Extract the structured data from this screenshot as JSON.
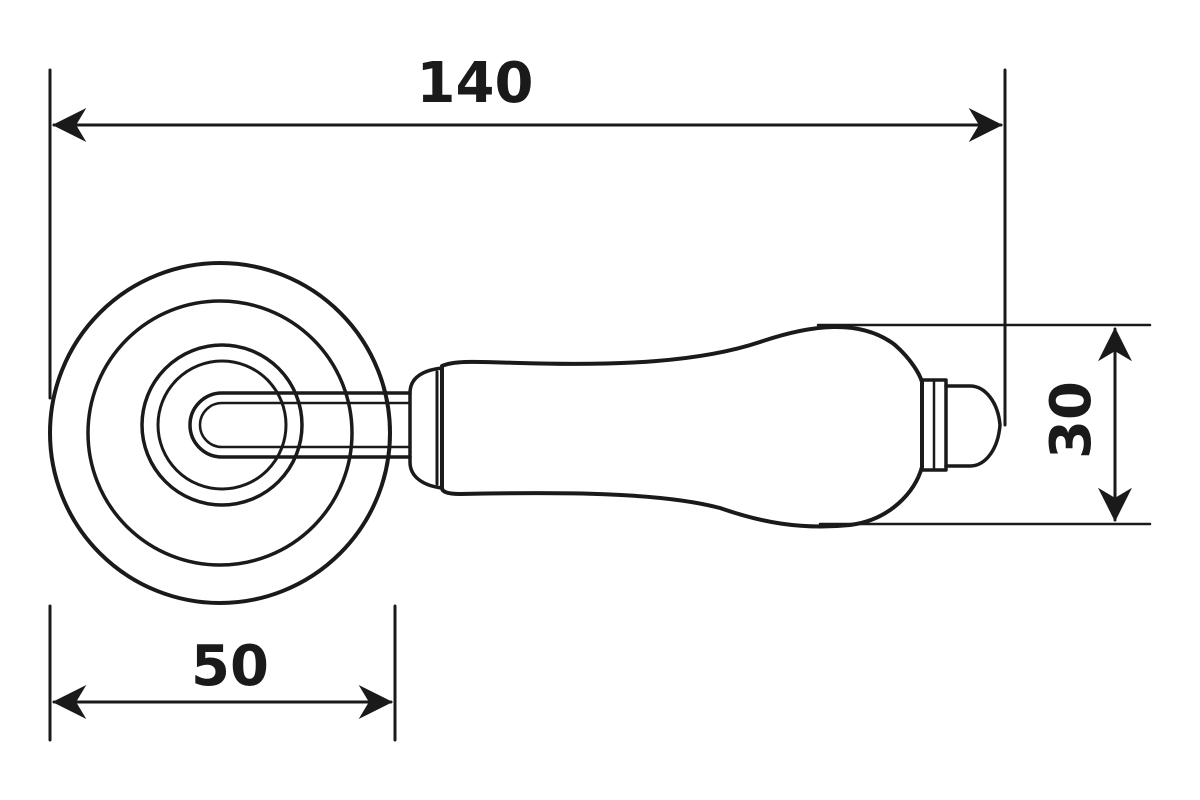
{
  "drawing": {
    "line_color": "#1a1a1a",
    "background": "#ffffff",
    "dimensions": {
      "overall_length": "140",
      "rose_diameter": "50",
      "grip_height": "30"
    }
  }
}
